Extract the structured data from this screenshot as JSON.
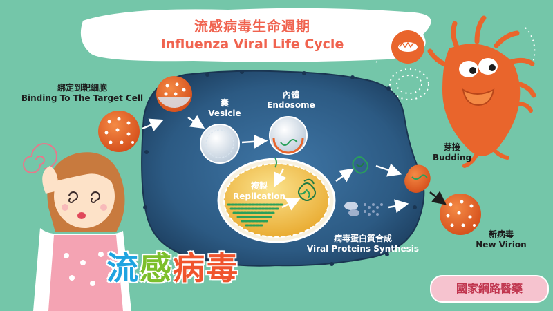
{
  "title": {
    "zh": "流感病毒生命週期",
    "en": "Influenza Viral Life Cycle"
  },
  "steps": {
    "binding": {
      "zh": "綁定到靶細胞",
      "en": "Binding To The Target Cell"
    },
    "vesicle": {
      "zh": "囊",
      "en": "Vesicle"
    },
    "endosome": {
      "zh": "內體",
      "en": "Endosome"
    },
    "replication": {
      "zh": "複製",
      "en": "Replication"
    },
    "proteins": {
      "zh": "病毒蛋白質合成",
      "en": "Viral Proteins Synthesis"
    },
    "budding": {
      "zh": "芽接",
      "en": "Budding"
    },
    "new_virion": {
      "zh": "新病毒",
      "en": "New Virion"
    }
  },
  "big_title": {
    "c1": "流",
    "c2": "感",
    "c3": "病",
    "c4": "毒"
  },
  "brand": "國家網路醫藥",
  "colors": {
    "background": "#74c6a9",
    "title": "#f0634f",
    "cell": "#2c5a83",
    "nucleus": "#f4c04a",
    "virus": "#e9652c",
    "rna": "#2aa05a",
    "brand_bg": "#f6c3cf",
    "big_1": "#1fa4e0",
    "big_2": "#7cbf2c",
    "big_3": "#f0542d",
    "big_4": "#f0542d"
  },
  "icons": [
    "virus-icon",
    "cell-icon",
    "nucleus-icon",
    "arrow-icon",
    "character-virus-icon",
    "woman-icon",
    "swirl-icon"
  ]
}
